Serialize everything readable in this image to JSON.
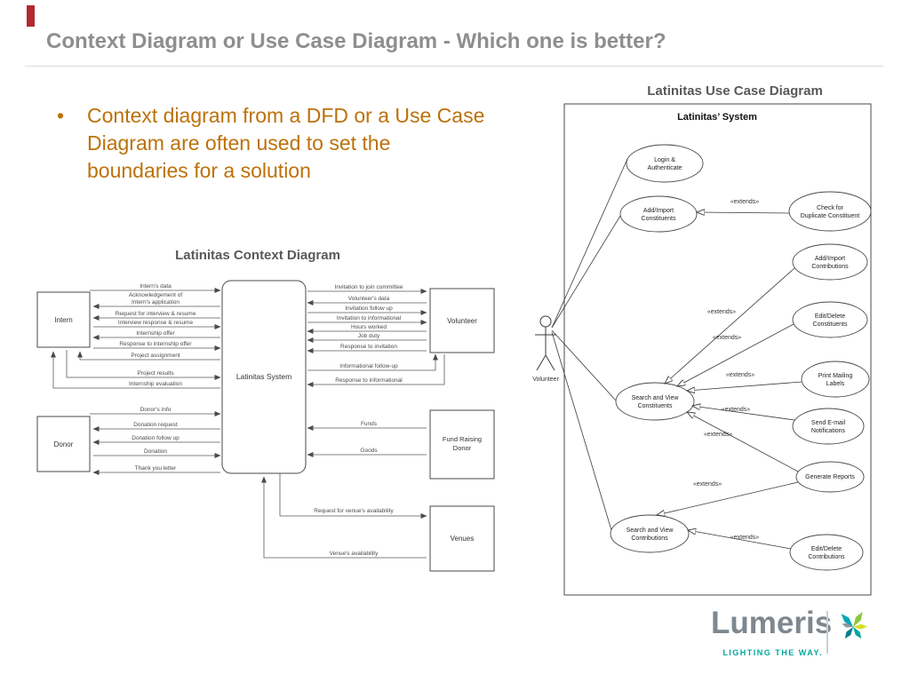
{
  "slide": {
    "title": "Context Diagram or Use Case Diagram - Which one is better?",
    "bullet_marker": "•",
    "bullet_text": "Context diagram from a DFD or a Use Case Diagram are often used to set the boundaries for a solution"
  },
  "context_diagram": {
    "heading": "Latinitas Context Diagram",
    "entities": {
      "intern": "Intern",
      "volunteer": "Volunteer",
      "system": "Latinitas System",
      "donor": "Donor",
      "fund_raising_line1": "Fund Raising",
      "fund_raising_line2": "Donor",
      "venues": "Venues"
    },
    "intern_flows": [
      "Intern's data",
      "Acknowledgement of",
      "Intern's application",
      "Request for interview & resume",
      "Interview response & resume",
      "Internship offer",
      "Response to internship offer",
      "Project assignment",
      "Project results",
      "Internship evaluation"
    ],
    "volunteer_flows": [
      "Invitation to join committee",
      "Volunteer's data",
      "Invitation follow up",
      "Invitation to informational",
      "Hours worked",
      "Job duty",
      "Response to invitation",
      "Informational follow-up",
      "Response to informational"
    ],
    "donor_flows": [
      "Donor's Info",
      "Donation request",
      "Donation follow up",
      "Donation",
      "Thank you letter"
    ],
    "fund_flows": [
      "Funds",
      "Goods"
    ],
    "venue_flows": [
      "Request for venue's availability",
      "Venue's availability"
    ]
  },
  "use_case_diagram": {
    "heading": "Latinitas Use Case Diagram",
    "system_title": "Latinitas’ System",
    "actor": "Volunteer",
    "extends": "«extends»",
    "use_cases": [
      {
        "l1": "Login &",
        "l2": "Authenticate"
      },
      {
        "l1": "Add/Import",
        "l2": "Constituents"
      },
      {
        "l1": "Check for",
        "l2": "Duplicate Constituent"
      },
      {
        "l1": "Add/Import",
        "l2": "Contributions"
      },
      {
        "l1": "Edit/Delete",
        "l2": "Constituents"
      },
      {
        "l1": "Print Mailing",
        "l2": "Labels"
      },
      {
        "l1": "Send E-mail",
        "l2": "Notifications"
      },
      {
        "l1": "Search and View",
        "l2": "Constituents"
      },
      {
        "l1": "Generate Reports",
        "l2": ""
      },
      {
        "l1": "Search and View",
        "l2": "Contributions"
      },
      {
        "l1": "Edit/Delete",
        "l2": "Contributions"
      }
    ]
  },
  "logo": {
    "brand": "Lumeris",
    "tagline": "LIGHTING THE WAY."
  },
  "colors": {
    "title_gray": "#8e8e8e",
    "bullet_orange": "#bd7109",
    "accent_red": "#b2292e",
    "brand_gray": "#7d8890",
    "brand_teal": "#00a79d",
    "brand_green": "#8dc63f"
  }
}
